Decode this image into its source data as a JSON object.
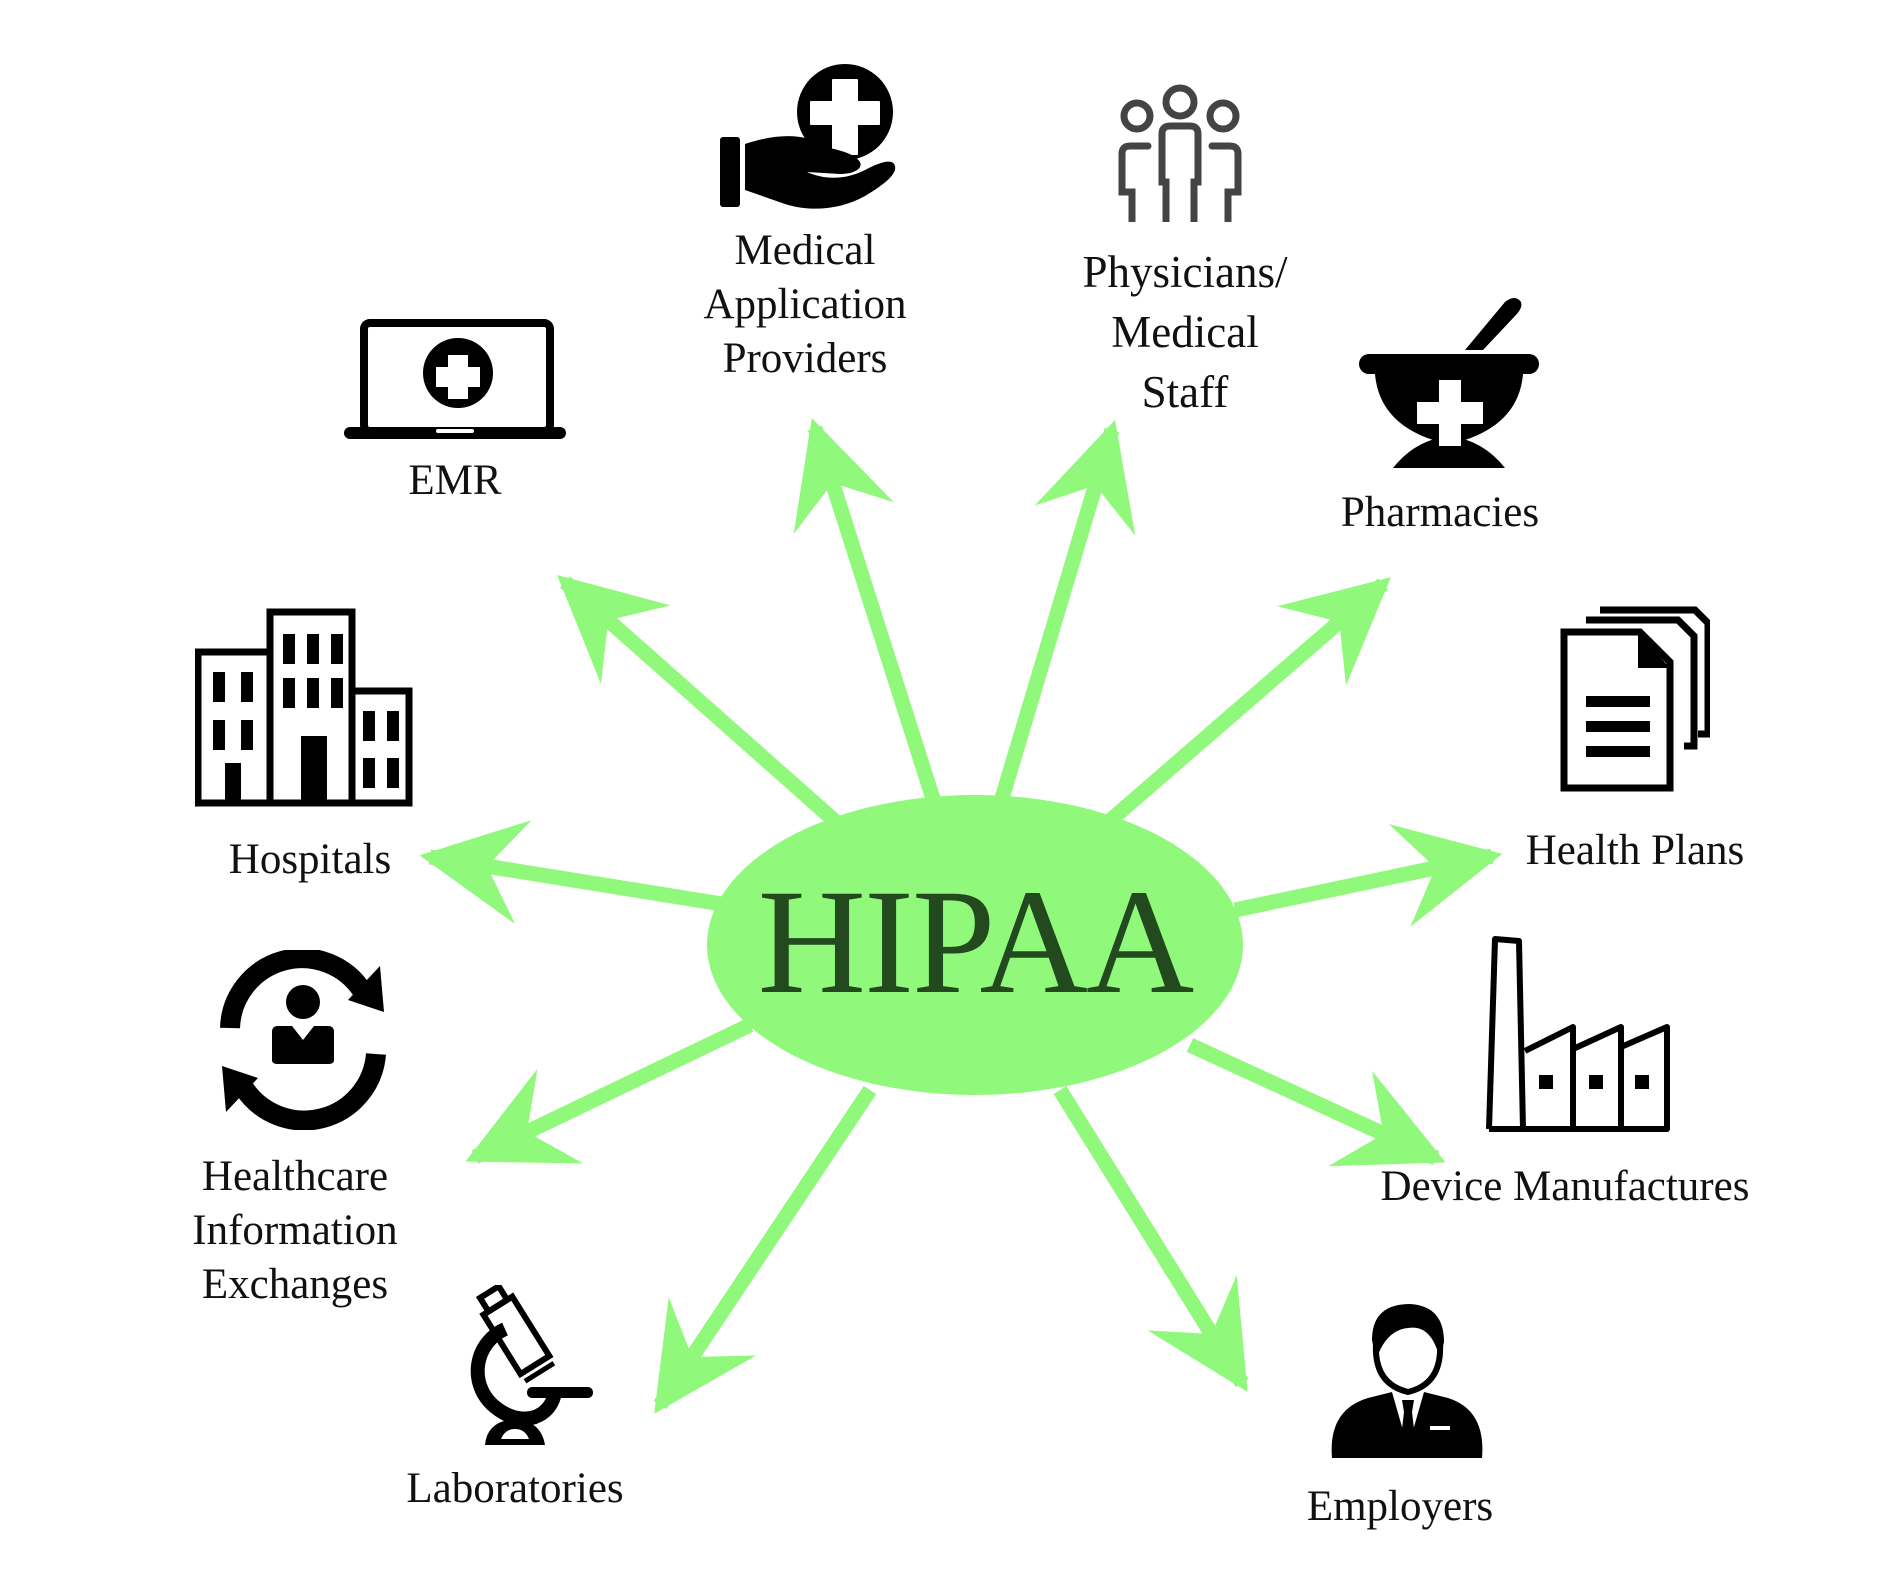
{
  "diagram": {
    "title": "HIPAA",
    "colors": {
      "center_fill": "#90f87a",
      "arrow": "#90f87a",
      "title_text": "#234a1f",
      "icon": "#000000",
      "people_icon": "#444444",
      "label_text": "#111111",
      "background": "#ffffff"
    },
    "nodes": [
      {
        "id": "emr",
        "label_lines": [
          "EMR"
        ],
        "icon": "laptop-medical-icon"
      },
      {
        "id": "medical-application-providers",
        "label_lines": [
          "Medical",
          "Application",
          "Providers"
        ],
        "icon": "hand-holding-medical-icon"
      },
      {
        "id": "physicians-medical-staff",
        "label_lines": [
          "Physicians/",
          "Medical",
          "Staff"
        ],
        "icon": "people-group-icon"
      },
      {
        "id": "pharmacies",
        "label_lines": [
          "Pharmacies"
        ],
        "icon": "mortar-pestle-icon"
      },
      {
        "id": "health-plans",
        "label_lines": [
          "Health Plans"
        ],
        "icon": "documents-icon"
      },
      {
        "id": "device-manufactures",
        "label_lines": [
          "Device Manufactures"
        ],
        "icon": "factory-icon"
      },
      {
        "id": "employers",
        "label_lines": [
          "Employers"
        ],
        "icon": "businessman-icon"
      },
      {
        "id": "laboratories",
        "label_lines": [
          "Laboratories"
        ],
        "icon": "microscope-icon"
      },
      {
        "id": "healthcare-information-exchanges",
        "label_lines": [
          "Healthcare",
          "Information",
          "Exchanges"
        ],
        "icon": "exchange-user-icon"
      },
      {
        "id": "hospitals",
        "label_lines": [
          "Hospitals"
        ],
        "icon": "hospital-building-icon"
      }
    ]
  }
}
